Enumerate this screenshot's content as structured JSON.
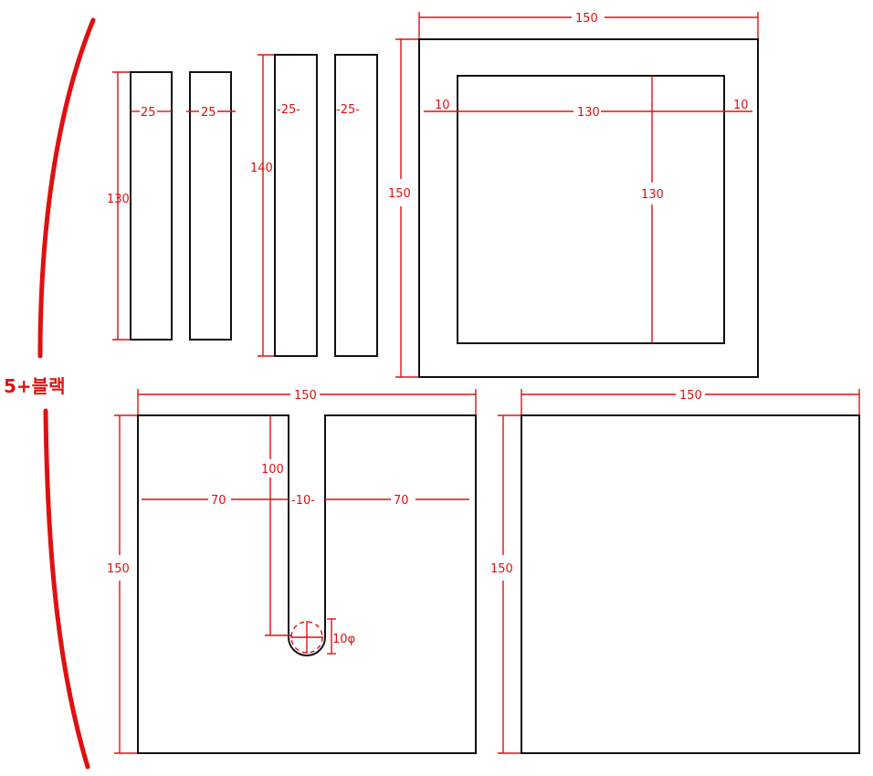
{
  "colors": {
    "outline": "#111111",
    "dimension": "#e01010",
    "background": "#ffffff"
  },
  "side_label": "5+블랙",
  "parts": {
    "bar1": {
      "width_label": "25",
      "height_label": "130"
    },
    "bar2": {
      "width_label": "25"
    },
    "bar3": {
      "width_label": "-25-",
      "height_label": "140"
    },
    "bar4": {
      "width_label": "-25-"
    },
    "frame": {
      "outer_width_label": "150",
      "outer_height_label": "150",
      "left_gap_label": "10",
      "inner_width_label": "130",
      "right_gap_label": "10",
      "inner_height_label": "130"
    },
    "slot_panel": {
      "width_label": "150",
      "height_label": "150",
      "slot_depth_label": "100",
      "left_margin_label": "70",
      "slot_width_label": "-10-",
      "right_margin_label": "70",
      "hole_label": "10φ"
    },
    "plain_panel": {
      "width_label": "150",
      "height_label": "150"
    }
  }
}
